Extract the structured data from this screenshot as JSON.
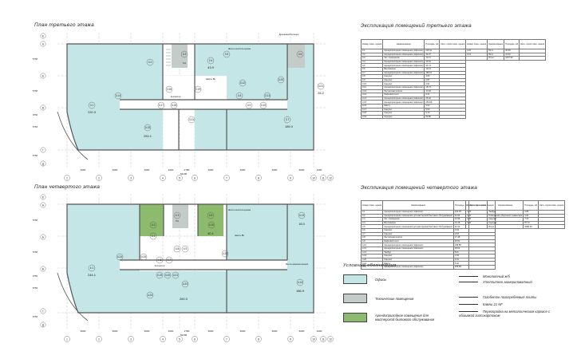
{
  "plan3": {
    "title": "План третьего этажа",
    "axes_letters": [
      "А",
      "Б",
      "В",
      "Г",
      "Д",
      "Е"
    ],
    "axes_numbers": [
      "1",
      "2",
      "3",
      "4",
      "5",
      "6",
      "7",
      "8",
      "9",
      "10",
      "11",
      "12"
    ],
    "bottom_dims": [
      "6000",
      "6000",
      "6000",
      "3220",
      "2780",
      "6000",
      "6000",
      "6000",
      "6000",
      "4200"
    ],
    "total_dim": "52200",
    "left_dims": [
      "5750",
      "5750",
      "5750",
      "5750",
      "9750"
    ],
    "room_labels": [
      "3.1",
      "3.2",
      "3.3",
      "3.4",
      "3.5",
      "3.6",
      "3.7",
      "3.8",
      "3.9",
      "3.10",
      "3.11",
      "3.12",
      "3.13",
      "3.14",
      "3.15",
      "3.16",
      "3.17",
      "3.18",
      "3.19",
      "3.20",
      "3.21"
    ],
    "area_labels": [
      "220.3",
      "253.1",
      "189.0",
      "26.2",
      "43.9"
    ],
    "notes": [
      "Шахта неиспользуемая",
      "Шахты ВК",
      "Коллектор",
      "Тип",
      "Дренажный колодец"
    ]
  },
  "plan4": {
    "title": "План четвертого этажа",
    "room_labels": [
      "4.1",
      "4.2",
      "4.3",
      "4.4",
      "4.5",
      "4.6",
      "4.7",
      "4.8",
      "4.9",
      "4.10",
      "4.13",
      "4.14",
      "4.19",
      "4.20",
      "4.21",
      "4.22",
      "4.23",
      "4.24",
      "4.25",
      "4.26"
    ],
    "area_labels": [
      "244.1",
      "260.0",
      "186.9",
      "18.0",
      "40.1"
    ],
    "notes": [
      "Шахта неиспользуемая",
      "Шахты ВК",
      "Коллектор",
      "Тип",
      "Места хранения вещей"
    ]
  },
  "expl3": {
    "title": "Экспликация помещений третьего этажа",
    "headers": [
      "Номер поме- щения",
      "Наименование",
      "Площадь, м2",
      "Кате- гория поме- щения"
    ],
    "rows": [
      [
        "3.1",
        "Арендопригодное помещение (офисное)",
        "220.31",
        ""
      ],
      [
        "3.2",
        "Арендопригодное помещение (офисное)",
        "44.37",
        ""
      ],
      [
        "3.3",
        "Тех. помещение",
        "10.71",
        ""
      ],
      [
        "3.4",
        "Арендопригодное помещение (офисное)",
        "43.91",
        ""
      ],
      [
        "3.5",
        "Арендопригодное помещение (офисное)",
        "44.74",
        ""
      ],
      [
        "3.6",
        "Венткамера",
        "19.13",
        ""
      ],
      [
        "3.7",
        "Арендопригодное помещение (офисное)",
        "189.01",
        ""
      ],
      [
        "3.8",
        "Санузел",
        "4.83",
        ""
      ],
      [
        "3.9",
        "Санузел",
        "2.87",
        ""
      ],
      [
        "3.10",
        "Санузел",
        "2.91",
        ""
      ],
      [
        "3.11",
        "Арендопригодное помещение (офисное)",
        "18.73",
        ""
      ],
      [
        "3.12",
        "Лестничная клетка",
        "17.18",
        ""
      ],
      [
        "3.13",
        "Лифтовой холл",
        "6.21",
        ""
      ],
      [
        "3.14",
        "Арендопригодное помещение (офисное)",
        "26.22",
        ""
      ],
      [
        "3.15",
        "Арендопригодное помещение (офисное)",
        "253.09",
        ""
      ],
      [
        "3.16",
        "Шахта",
        "5.02",
        ""
      ],
      [
        "3.17",
        "Санузел",
        "5.53",
        ""
      ],
      [
        "3.18",
        "Санузел",
        "5.16",
        ""
      ],
      [
        "3.19",
        "Коридор",
        "80.85",
        ""
      ]
    ],
    "side_rows": [
      [
        "3.20",
        "ПК-1",
        "20.95",
        ""
      ],
      [
        "3.21",
        "ПК-2",
        "14.02",
        ""
      ],
      [
        "",
        "Итого:",
        "1057.90",
        ""
      ]
    ]
  },
  "expl4": {
    "title": "Экспликация помещений четвертого этажа",
    "headers": [
      "Номер поме- щения",
      "Наименование",
      "Площадь, м2",
      "Кате- гория поме- щения"
    ],
    "rows": [
      [
        "4.1",
        "Арендопригодное помещение (офисное)",
        "244.05",
        ""
      ],
      [
        "4.2",
        "Арендопригодное помещение для мастерской бытового обслуживания",
        "44.94",
        ""
      ],
      [
        "4.3",
        "Тех. помещение",
        "10.96",
        ""
      ],
      [
        "4.4",
        "Венткамера",
        "19.18",
        ""
      ],
      [
        "4.5",
        "Арендопригодное помещение для мастерской бытового обслуживания",
        "40.12",
        ""
      ],
      [
        "4.6",
        "Санузел",
        "4.63",
        ""
      ],
      [
        "4.7",
        "Санузел",
        "2.87",
        ""
      ],
      [
        "4.8",
        "Лестничная клетка",
        "17.18",
        ""
      ],
      [
        "4.9",
        "Лифтовой холл",
        "18.02",
        ""
      ],
      [
        "4.10",
        "Арендопригодное помещение (офисное)",
        "186.88",
        ""
      ],
      [
        "4.13",
        "Арендопригодное помещение (офисное)",
        "18.04",
        ""
      ],
      [
        "4.14",
        "Тамбур",
        "5.11",
        ""
      ],
      [
        "4.19",
        "Санузел",
        "4.83",
        ""
      ],
      [
        "4.20",
        "Санузел",
        "2.91",
        ""
      ],
      [
        "4.21",
        "Шахта",
        "5.02",
        ""
      ],
      [
        "4.22",
        "Арендопригодное помещение (офисное)",
        "259.98",
        ""
      ]
    ],
    "side_rows": [
      [
        "4.23",
        "Тамбур",
        "3.86",
        ""
      ],
      [
        "4.24",
        "Помещение уборочного инвентаря",
        "4.94",
        ""
      ],
      [
        "4.25",
        "Санузел",
        "7.21",
        ""
      ],
      [
        "4.26",
        "Коридор",
        "87.72",
        ""
      ],
      [
        "",
        "Итого:",
        "1088.15",
        ""
      ]
    ]
  },
  "legend": {
    "title": "Условные обозначения",
    "items": [
      {
        "label": "Офисы",
        "color": "#c5e6e6"
      },
      {
        "label": "Технические помещения",
        "color": "#c3ccc8"
      },
      {
        "label": "Арендопригодное помещение для мастерской бытового обслуживания",
        "color": "#8cbb6d"
      }
    ],
    "lines": [
      "Монолитный ж/б",
      "Утеплитель минераловатный",
      "Газобетон пазогребневые плиты",
      "Камни 21 NF",
      "Перегородка на металлическом каркасе с обшивкой гипсокартоном"
    ]
  },
  "colors": {
    "office": "#c5e6e6",
    "tech": "#c3ccc8",
    "workshop": "#8cbb6d",
    "wall": "#555555"
  }
}
